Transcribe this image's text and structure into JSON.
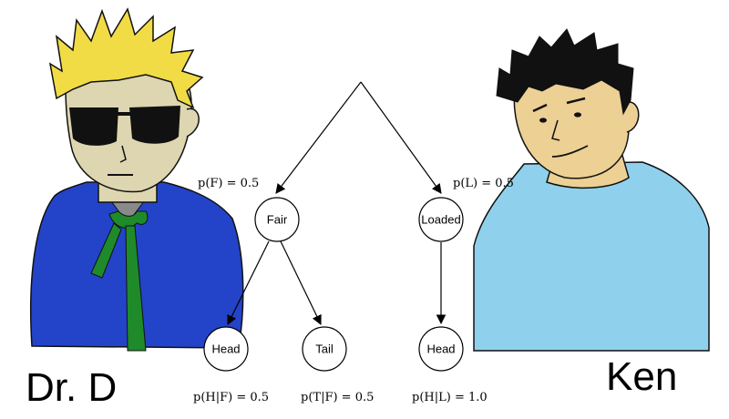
{
  "characters": {
    "left_name": "Dr. D",
    "right_name": "Ken",
    "left_icon": "cartoon-man-sunglasses",
    "right_icon": "cartoon-man-dark-hair"
  },
  "tree": {
    "root_icon": "branch-root",
    "nodes": {
      "fair": "Fair",
      "loaded": "Loaded",
      "head_fair": "Head",
      "tail_fair": "Tail",
      "head_loaded": "Head"
    },
    "probabilities": {
      "p_fair": "p(F) = 0.5",
      "p_loaded": "p(L) = 0.5",
      "p_head_given_fair": "p(H|F) = 0.5",
      "p_tail_given_fair": "p(T|F) = 0.5",
      "p_head_given_loaded": "p(H|L) = 1.0"
    }
  },
  "colors": {
    "blond_hair": "#f1dc45",
    "dark_hair": "#111111",
    "skin_left": "#ddd6b0",
    "skin_right": "#ecd094",
    "jacket_left": "#2344c8",
    "tie": "#1f8a2a",
    "shirt_right": "#8fd1ec"
  }
}
